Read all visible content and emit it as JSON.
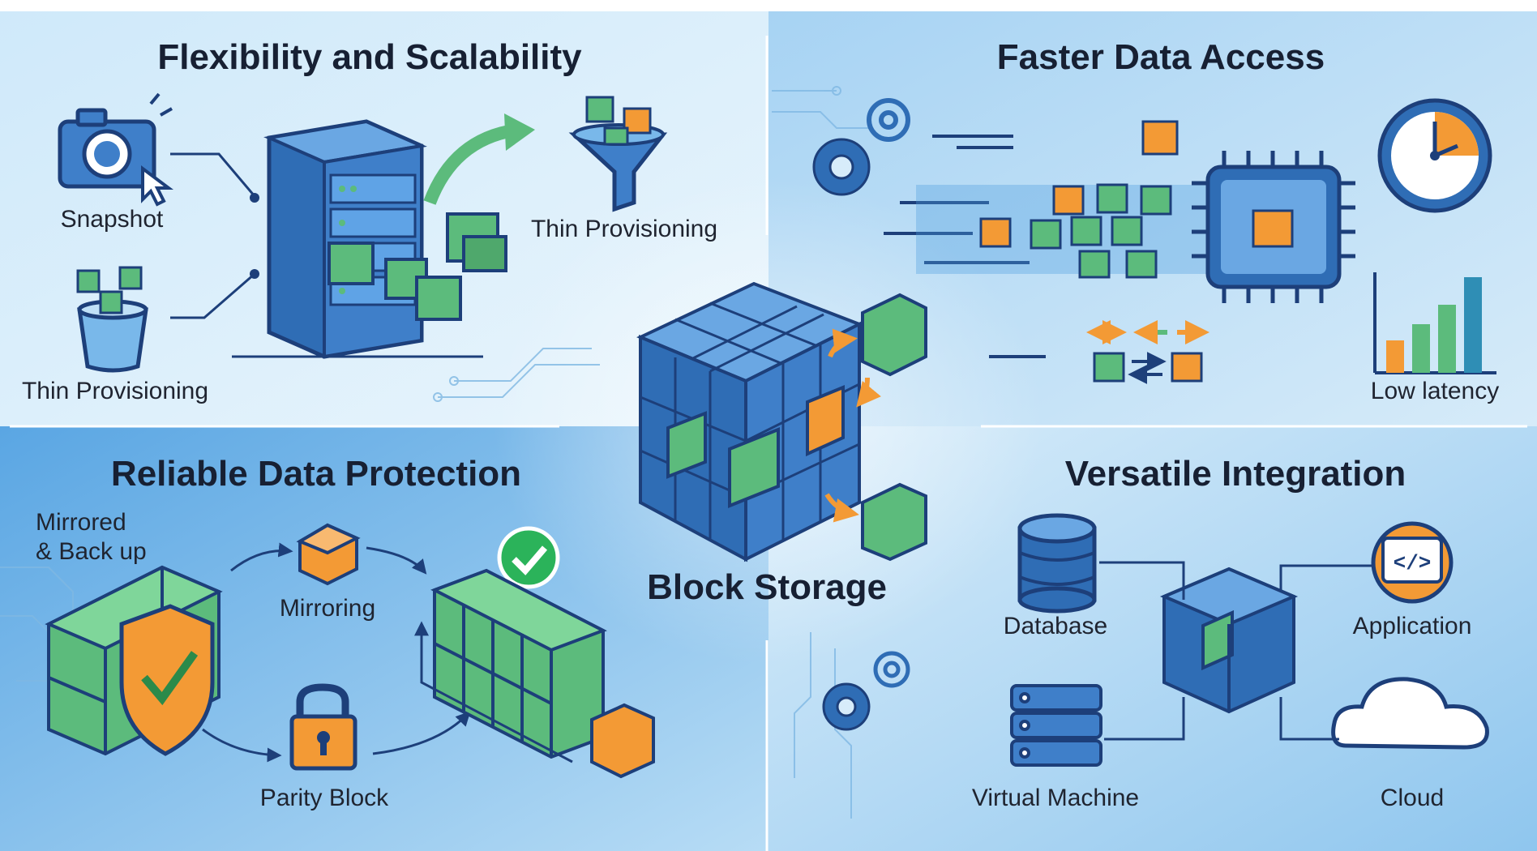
{
  "colors": {
    "blue": "#3f7fc9",
    "blue_dark": "#1d3f7a",
    "green": "#5cbb7c",
    "orange": "#f39a35",
    "bg_light": "#e6f3fb",
    "bg_mid": "#a9d4f2",
    "bg_deep": "#4c9ee0"
  },
  "center": {
    "title": "Block Storage"
  },
  "quadrants": {
    "top_left": {
      "title": "Flexibility and Scalability",
      "labels": {
        "snapshot": "Snapshot",
        "thin_left": "Thin Provisioning",
        "thin_right": "Thin Provisioning"
      }
    },
    "top_right": {
      "title": "Faster Data Access",
      "labels": {
        "latency": "Low latency"
      }
    },
    "bottom_left": {
      "title": "Reliable Data Protection",
      "labels": {
        "mirrored": [
          "Mirrored",
          "& Back up"
        ],
        "mirroring": "Mirroring",
        "parity": "Parity Block"
      }
    },
    "bottom_right": {
      "title": "Versatile Integration",
      "labels": {
        "database": "Database",
        "application": "Application",
        "vm": "Virtual Machine",
        "cloud": "Cloud"
      }
    }
  },
  "icons": [
    "camera-icon",
    "cursor-icon",
    "server-icon",
    "funnel-icon",
    "bucket-icon",
    "gear-icon",
    "cpu-chip-icon",
    "clock-icon",
    "bar-chart-icon",
    "shield-check-icon",
    "lock-icon",
    "checkmark-icon",
    "database-icon",
    "gear-code-icon",
    "cloud-icon",
    "server-rack-icon"
  ]
}
